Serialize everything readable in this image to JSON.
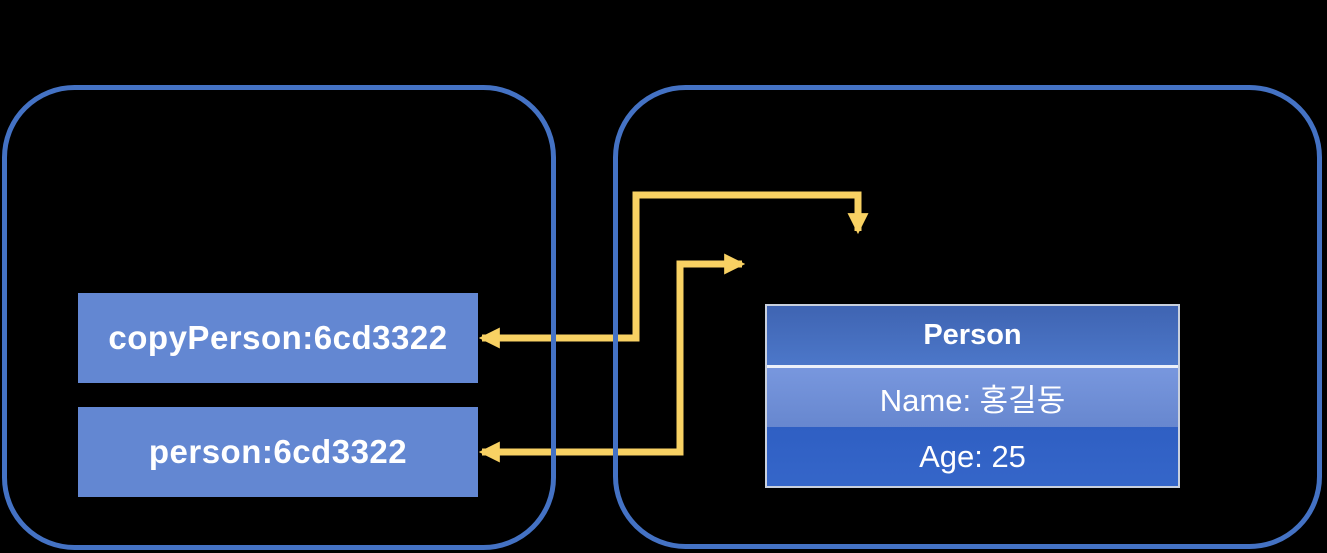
{
  "colors": {
    "background": "#000000",
    "container-border": "#4472C4",
    "variable-box-fill": "#6387D2",
    "variable-box-text": "#FFFFFF",
    "arrow": "#F8D163",
    "table-header-top": "#3F64B2",
    "table-header-bottom": "#4C77C9",
    "table-name-top": "#7897DE",
    "table-name-bottom": "#6787CF",
    "table-age-top": "#2F5FC3",
    "table-age-bottom": "#3566C9",
    "table-separator": "#EDF1FA",
    "table-border": "#C9D0DD",
    "table-text": "#FFFFFF"
  },
  "stack": {
    "variables": [
      {
        "label": "copyPerson:6cd3322"
      },
      {
        "label": "person:6cd3322"
      }
    ]
  },
  "heap": {
    "object": {
      "title": "Person",
      "fields": [
        {
          "text": "Name: 홍길동"
        },
        {
          "text": "Age: 25"
        }
      ]
    }
  },
  "arrows": [
    {
      "from": "copyPerson:6cd3322",
      "to": "Person object"
    },
    {
      "from": "person:6cd3322",
      "to": "Person object"
    }
  ]
}
